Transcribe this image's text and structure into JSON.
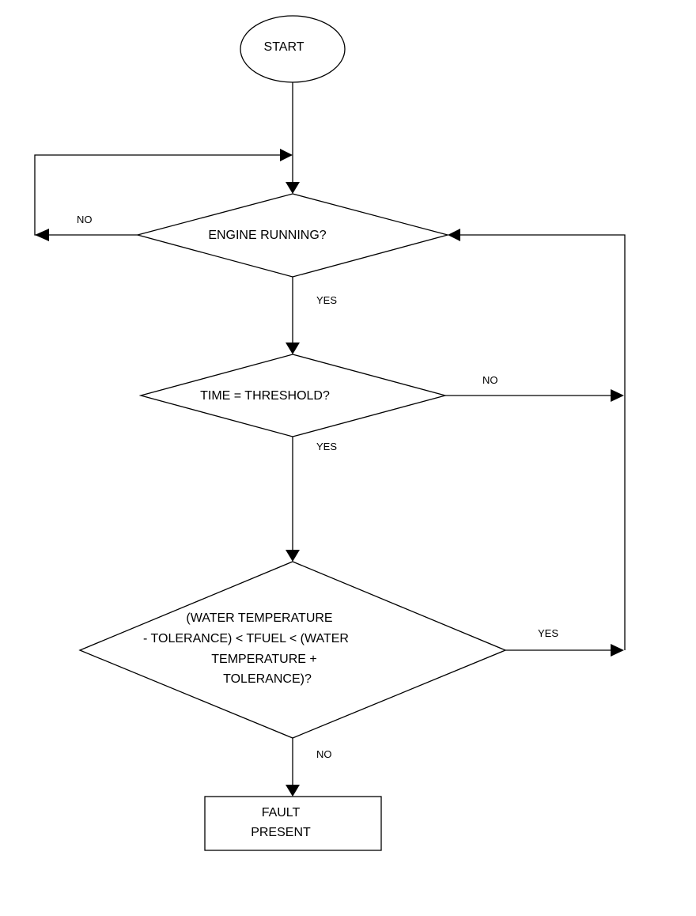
{
  "nodes": {
    "start": {
      "label": "START"
    },
    "engine_running": {
      "label": "ENGINE RUNNING?"
    },
    "time_threshold": {
      "label": "TIME = THRESHOLD?"
    },
    "temp_check": {
      "lines": [
        "(WATER TEMPERATURE",
        "- TOLERANCE) < TFUEL < (WATER",
        "TEMPERATURE +",
        "TOLERANCE)?"
      ]
    },
    "fault": {
      "lines": [
        "FAULT",
        "PRESENT"
      ]
    }
  },
  "edges": {
    "engine_no": "NO",
    "engine_yes": "YES",
    "time_no": "NO",
    "time_yes": "YES",
    "temp_yes": "YES",
    "temp_no": "NO"
  }
}
